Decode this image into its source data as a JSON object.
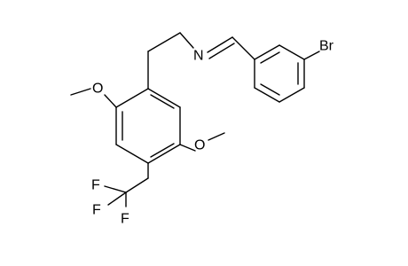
{
  "atoms": {
    "nitrogen": "N",
    "bromine": "Br",
    "oxygen_top": "O",
    "oxygen_right": "O",
    "fluorine_1": "F",
    "fluorine_2": "F",
    "fluorine_3": "F"
  },
  "colors": {
    "bond": "#000000",
    "label": "#000000",
    "background": "#ffffff"
  }
}
